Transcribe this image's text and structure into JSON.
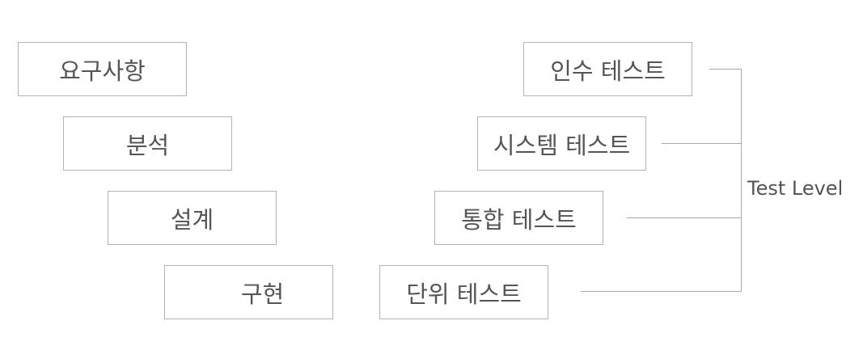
{
  "development_stages": [
    {
      "label": "요구사항"
    },
    {
      "label": "분석"
    },
    {
      "label": "설계"
    },
    {
      "label": "구현"
    }
  ],
  "test_stages": [
    {
      "label": "인수 테스트"
    },
    {
      "label": "시스템 테스트"
    },
    {
      "label": "통합 테스트"
    },
    {
      "label": "단위 테스트"
    }
  ],
  "bracket": {
    "label": "Test Level"
  },
  "colors": {
    "border": "#b4b4b4",
    "text": "#555555",
    "line": "#aaaaaa",
    "background": "#ffffff"
  }
}
